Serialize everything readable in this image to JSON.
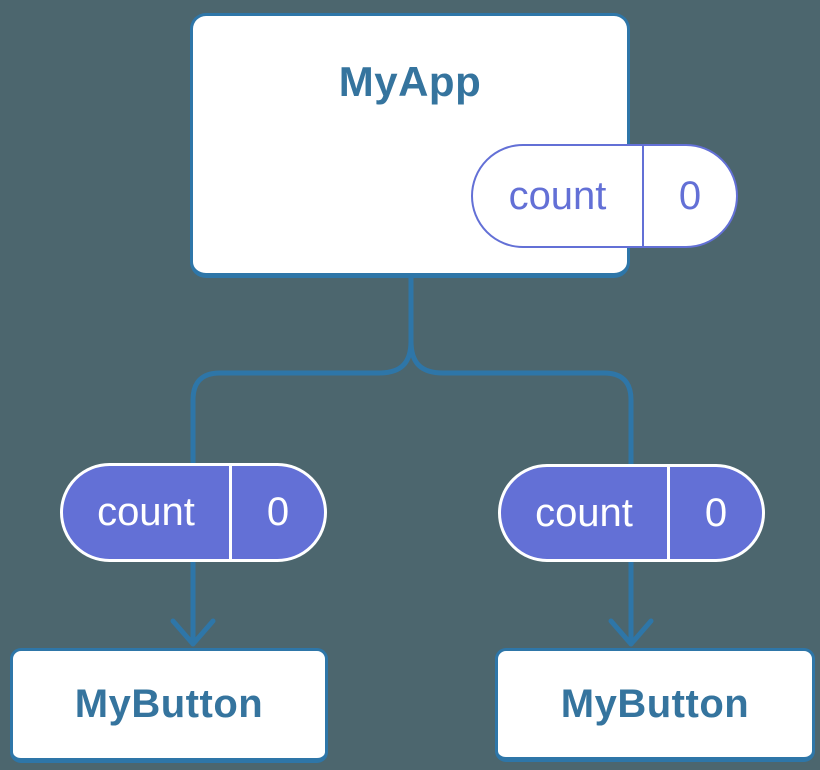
{
  "root": {
    "title": "MyApp",
    "state": {
      "name": "count",
      "value": "0"
    }
  },
  "children": [
    {
      "title": "MyButton",
      "prop": {
        "name": "count",
        "value": "0"
      }
    },
    {
      "title": "MyButton",
      "prop": {
        "name": "count",
        "value": "0"
      }
    }
  ],
  "colors": {
    "background": "#4C666E",
    "connector": "#2E76A8",
    "node_border": "#2E76A8",
    "node_fill": "#FFFFFF",
    "title_text": "#35749E",
    "pill_accent": "#6370D6",
    "pill_text_on_purple": "#FFFFFF"
  }
}
